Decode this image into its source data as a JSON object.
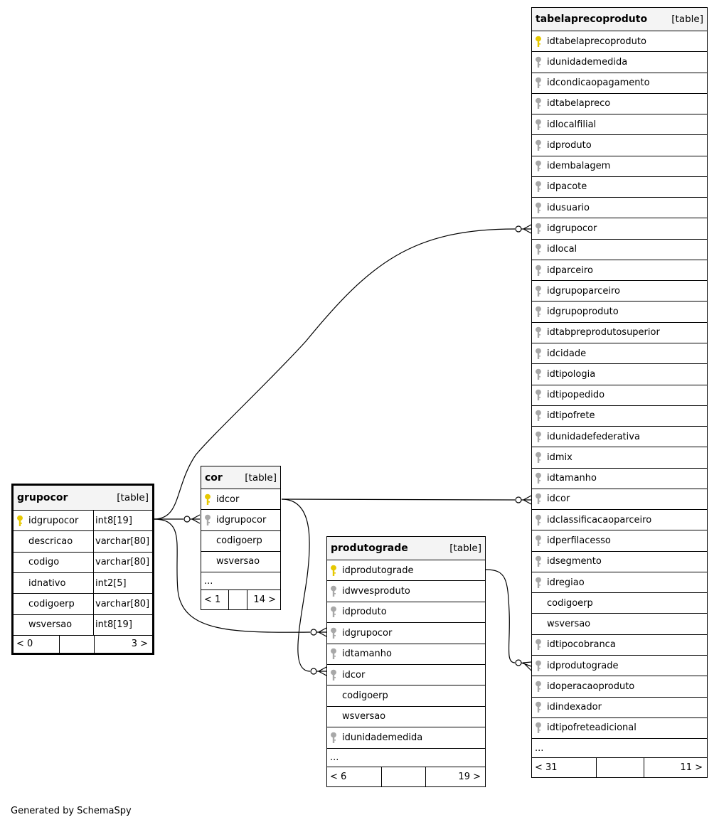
{
  "diagram_footer": "Generated by SchemaSpy",
  "tables": {
    "grupocor": {
      "name": "grupocor",
      "kind": "[table]",
      "columns": [
        {
          "name": "idgrupocor",
          "type": "int8[19]",
          "key": "primary"
        },
        {
          "name": "descricao",
          "type": "varchar[80]",
          "key": "none"
        },
        {
          "name": "codigo",
          "type": "varchar[80]",
          "key": "none"
        },
        {
          "name": "idnativo",
          "type": "int2[5]",
          "key": "none"
        },
        {
          "name": "codigoerp",
          "type": "varchar[80]",
          "key": "none"
        },
        {
          "name": "wsversao",
          "type": "int8[19]",
          "key": "none"
        }
      ],
      "parents": "< 0",
      "children": "3 >"
    },
    "cor": {
      "name": "cor",
      "kind": "[table]",
      "columns": [
        {
          "name": "idcor",
          "key": "primary"
        },
        {
          "name": "idgrupocor",
          "key": "foreign"
        },
        {
          "name": "codigoerp",
          "key": "none"
        },
        {
          "name": "wsversao",
          "key": "none"
        }
      ],
      "more": "...",
      "parents": "< 1",
      "children": "14 >"
    },
    "produtograde": {
      "name": "produtograde",
      "kind": "[table]",
      "columns": [
        {
          "name": "idprodutograde",
          "key": "primary"
        },
        {
          "name": "idwvesproduto",
          "key": "foreign"
        },
        {
          "name": "idproduto",
          "key": "foreign"
        },
        {
          "name": "idgrupocor",
          "key": "foreign"
        },
        {
          "name": "idtamanho",
          "key": "foreign"
        },
        {
          "name": "idcor",
          "key": "foreign"
        },
        {
          "name": "codigoerp",
          "key": "none"
        },
        {
          "name": "wsversao",
          "key": "none"
        },
        {
          "name": "idunidademedida",
          "key": "foreign"
        }
      ],
      "more": "...",
      "parents": "< 6",
      "children": "19 >"
    },
    "tabelaprecoproduto": {
      "name": "tabelaprecoproduto",
      "kind": "[table]",
      "columns": [
        {
          "name": "idtabelaprecoproduto",
          "key": "primary"
        },
        {
          "name": "idunidademedida",
          "key": "foreign"
        },
        {
          "name": "idcondicaopagamento",
          "key": "foreign"
        },
        {
          "name": "idtabelapreco",
          "key": "foreign"
        },
        {
          "name": "idlocalfilial",
          "key": "foreign"
        },
        {
          "name": "idproduto",
          "key": "foreign"
        },
        {
          "name": "idembalagem",
          "key": "foreign"
        },
        {
          "name": "idpacote",
          "key": "foreign"
        },
        {
          "name": "idusuario",
          "key": "foreign"
        },
        {
          "name": "idgrupocor",
          "key": "foreign"
        },
        {
          "name": "idlocal",
          "key": "foreign"
        },
        {
          "name": "idparceiro",
          "key": "foreign"
        },
        {
          "name": "idgrupoparceiro",
          "key": "foreign"
        },
        {
          "name": "idgrupoproduto",
          "key": "foreign"
        },
        {
          "name": "idtabpreprodutosuperior",
          "key": "foreign"
        },
        {
          "name": "idcidade",
          "key": "foreign"
        },
        {
          "name": "idtipologia",
          "key": "foreign"
        },
        {
          "name": "idtipopedido",
          "key": "foreign"
        },
        {
          "name": "idtipofrete",
          "key": "foreign"
        },
        {
          "name": "idunidadefederativa",
          "key": "foreign"
        },
        {
          "name": "idmix",
          "key": "foreign"
        },
        {
          "name": "idtamanho",
          "key": "foreign"
        },
        {
          "name": "idcor",
          "key": "foreign"
        },
        {
          "name": "idclassificacaoparceiro",
          "key": "foreign"
        },
        {
          "name": "idperfilacesso",
          "key": "foreign"
        },
        {
          "name": "idsegmento",
          "key": "foreign"
        },
        {
          "name": "idregiao",
          "key": "foreign"
        },
        {
          "name": "codigoerp",
          "key": "none"
        },
        {
          "name": "wsversao",
          "key": "none"
        },
        {
          "name": "idtipocobranca",
          "key": "foreign"
        },
        {
          "name": "idprodutograde",
          "key": "foreign"
        },
        {
          "name": "idoperacaoproduto",
          "key": "foreign"
        },
        {
          "name": "idindexador",
          "key": "foreign"
        },
        {
          "name": "idtipofreteadicional",
          "key": "foreign"
        }
      ],
      "more": "...",
      "parents": "< 31",
      "children": "11 >"
    }
  },
  "relationships": [
    {
      "from": "grupocor.idgrupocor",
      "to": "cor.idgrupocor"
    },
    {
      "from": "grupocor.idgrupocor",
      "to": "produtograde.idgrupocor"
    },
    {
      "from": "grupocor.idgrupocor",
      "to": "tabelaprecoproduto.idgrupocor"
    },
    {
      "from": "cor.idcor",
      "to": "tabelaprecoproduto.idcor"
    },
    {
      "from": "cor.idcor",
      "to": "produtograde.idcor"
    },
    {
      "from": "produtograde.idprodutograde",
      "to": "tabelaprecoproduto.idprodutograde"
    }
  ],
  "colors": {
    "primary_key": "#e6c800",
    "foreign_key": "#a8a8a8",
    "header_bg": "#f4f4f4"
  }
}
